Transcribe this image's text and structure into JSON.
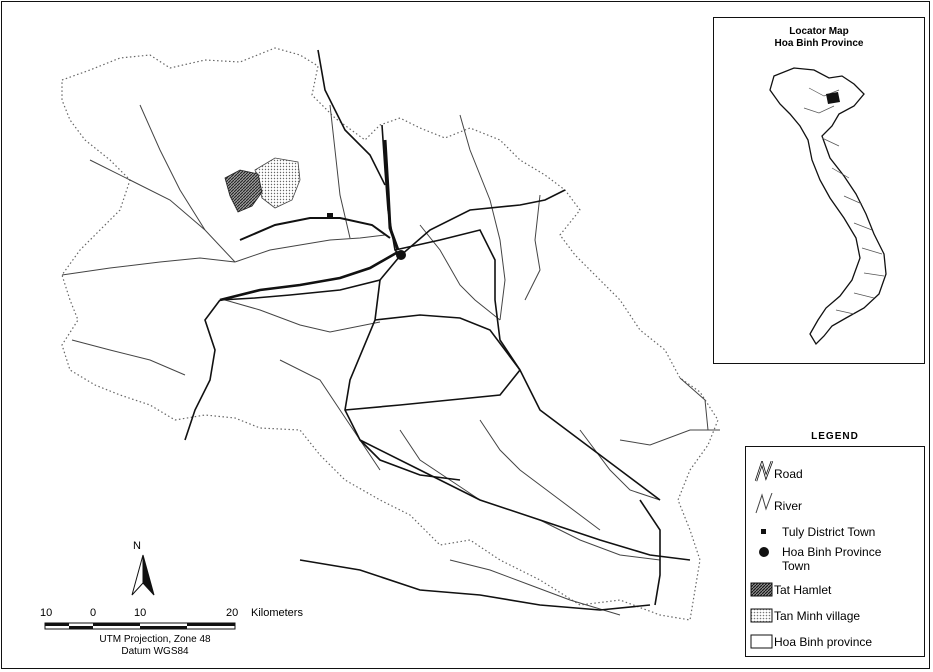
{
  "locator": {
    "title_line1": "Locator Map",
    "title_line2": "Hoa Binh Province"
  },
  "legend": {
    "title": "LEGEND",
    "items": [
      {
        "label": "Road",
        "symbol": "road-icon"
      },
      {
        "label": "River",
        "symbol": "river-icon"
      },
      {
        "label": "Tuly District Town",
        "symbol": "square-dot-icon"
      },
      {
        "label": "Hoa Binh Province",
        "label2": "Town",
        "symbol": "circle-dot-icon"
      },
      {
        "label": "Tat Hamlet",
        "symbol": "dark-hatch-swatch"
      },
      {
        "label": "Tan Minh village",
        "symbol": "light-dot-swatch"
      },
      {
        "label": "Hoa Binh province",
        "symbol": "empty-swatch"
      }
    ]
  },
  "north_arrow": {
    "label": "N"
  },
  "scale_bar": {
    "ticks": [
      "10",
      "0",
      "10",
      "20"
    ],
    "unit": "Kilometers"
  },
  "projection": {
    "line1": "UTM Projection, Zone 48",
    "line2": "Datum WGS84"
  },
  "colors": {
    "ink": "#111111",
    "province_outline": "#666666",
    "river": "#444444"
  }
}
